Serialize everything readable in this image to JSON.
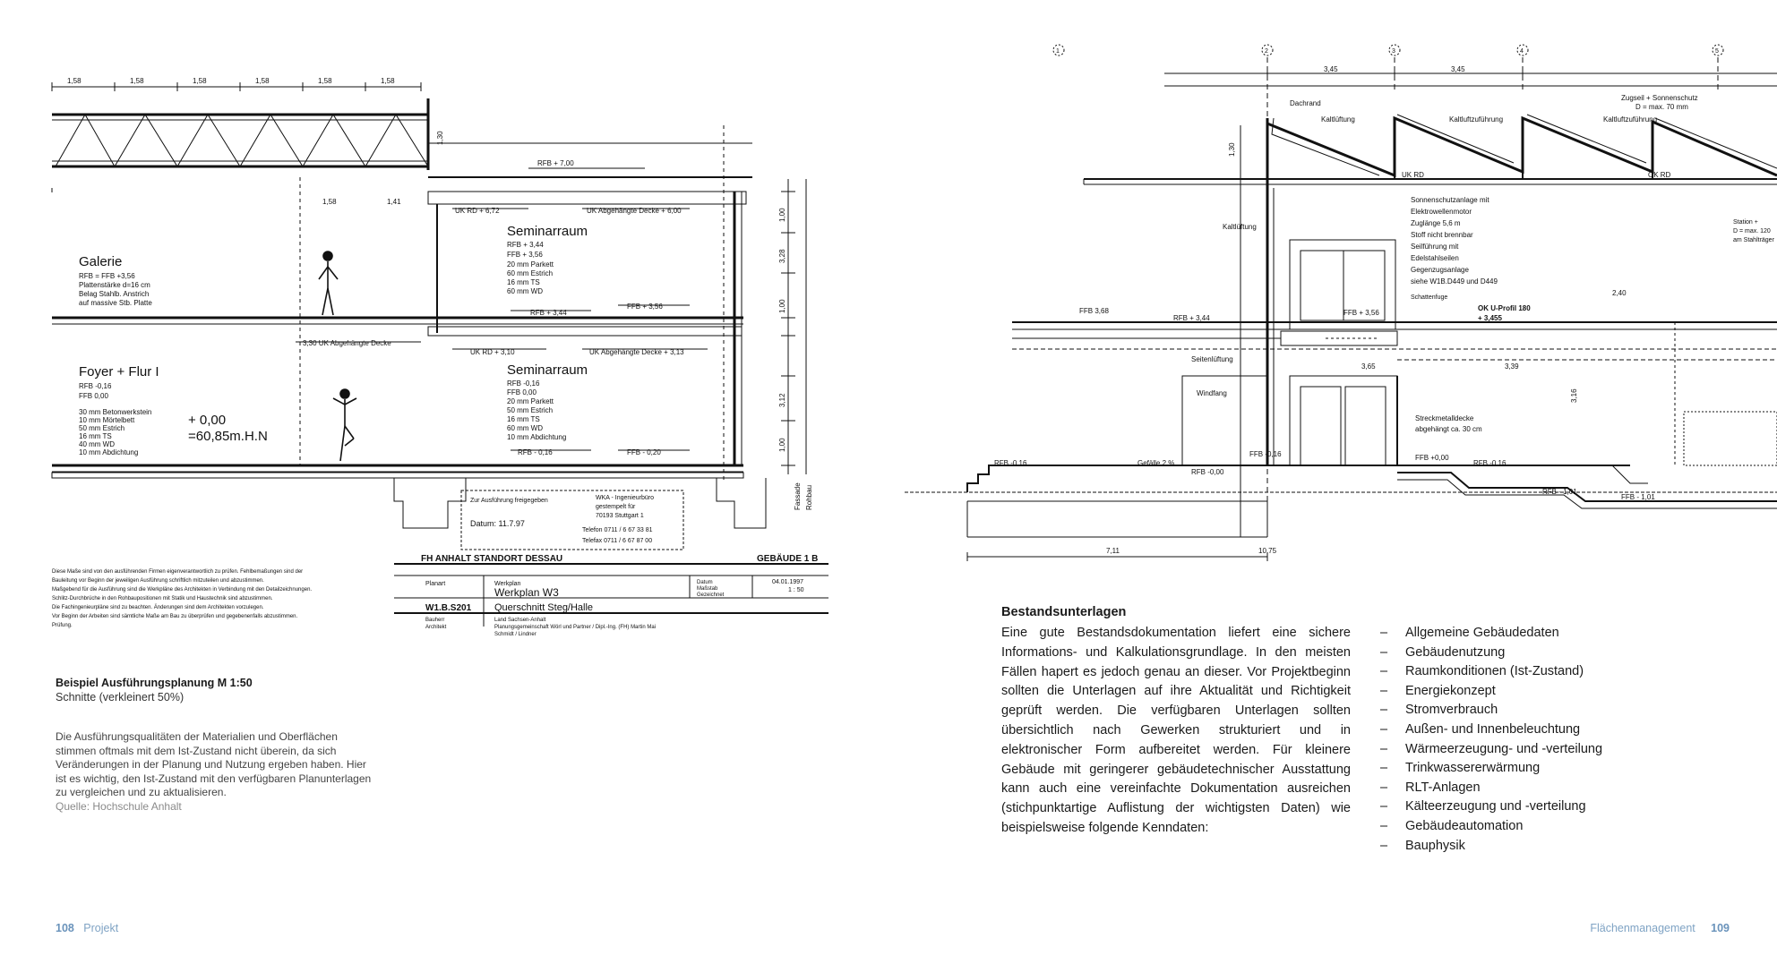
{
  "left_drawing": {
    "dims_top": [
      "1,58",
      "1,58",
      "1,58",
      "1,58",
      "1,58",
      "1,58"
    ],
    "dim_mid_left": "1,58",
    "dim_mid_right": "1,41",
    "vert_dim_1": "1,30",
    "level_rfb_top": "RFB + 7,00",
    "level_ukrd": "UK RD + 6,72",
    "level_uk_abgehaengte": "UK Abgehängte Decke + 6,00",
    "room_galerie": "Galerie",
    "galerie_lines": [
      "RFB = FFB +3,56",
      "Plattenstärke d=16 cm",
      "Belag Stahlb. Anstrich",
      "auf massive Stb. Platte"
    ],
    "room_seminar_upper": "Seminarraum",
    "seminar_upper_lines": [
      "RFB + 3,44",
      "FFB + 3,56",
      "20 mm Parkett",
      "60 mm Estrich",
      "16 mm TS",
      "60 mm WD"
    ],
    "level_rfb_344": "RFB + 3,44",
    "level_ffb_356": "FFB + 3,56",
    "level_uk_330": "3,30 UK Abgehängte Decke",
    "level_uk_313": "UK Abgehängte Decke + 3,13",
    "level_uk_rd_310": "UK RD + 3,10",
    "room_foyer": "Foyer + Flur I",
    "foyer_lines": [
      "RFB -0,16",
      "FFB   0,00"
    ],
    "foyer_layers": [
      "30 mm Betonwerkstein",
      "10 mm Mörtelbett",
      "50 mm Estrich",
      "16 mm TS",
      "40 mm WD",
      "10 mm Abdichtung"
    ],
    "elevation_1": "+ 0,00",
    "elevation_2": "=60,85m.H.N",
    "room_seminar_lower": "Seminarraum",
    "seminar_lower_lines": [
      "RFB -0,16",
      "FFB   0,00",
      "20 mm Parkett",
      "50 mm Estrich",
      "16 mm TS",
      "60 mm WD",
      "10 mm Abdichtung"
    ],
    "level_rfb_016": "RFB - 0,16",
    "level_ffb_020": "FFB - 0,20",
    "vert_dims": [
      "1,00",
      "3,28",
      "1,00",
      "3,12",
      "1,00"
    ],
    "vert_labels": [
      "Fassade",
      "Rohbau"
    ],
    "stamp_lines": [
      "Zur Ausführung freigegeben",
      "Datum: 11.7.97",
      "WKA - Ingenieurbüro",
      "gestempelt für",
      "70193 Stuttgart 1",
      "Telefon 0711 / 6 67 33 81",
      "Telefax 0711 / 6 67 87 00"
    ],
    "title_block_head": "FH ANHALT STANDORT DESSAU",
    "title_block_building": "GEBÄUDE 1 B",
    "title_block_plan_label": "Planart",
    "title_block_plan_value": "Werkplan",
    "title_block_plan_name": "Werkplan W3",
    "title_block_date_labels": [
      "Datum",
      "Maßstab",
      "Gezeichnet"
    ],
    "title_block_date_value": "04.01.1997",
    "title_block_scale": "1 : 50",
    "title_block_number": "W1.B.S201",
    "title_block_section": "Querschnitt Steg/Halle",
    "title_block_owner_label": "Bauherr",
    "title_block_owner_value": "Land Sachsen-Anhalt",
    "title_block_arch_label": "Architekt",
    "title_block_arch_value": "Planungsgemeinschaft   Wörl und Partner / Dipl.-Ing. (FH) Martin Mai",
    "title_block_arch_value_2": "Schmidt / Lindner",
    "notes": [
      "Diese Maße sind von den ausführenden Firmen eigenverantwortlich zu prüfen. Fehlbemaßungen sind der",
      "Bauleitung vor Beginn der jeweiligen Ausführung schriftlich mitzuteilen und abzustimmen.",
      "Maßgebend für die Ausführung sind die Werkpläne des Architekten in Verbindung mit den Detailzeichnungen.",
      "Schlitz-Durchbrüche in den Rohbaupositionen mit Statik und Haustechnik sind abzustimmen.",
      "Die Fachingenieurpläne sind zu beachten. Änderungen sind dem Architekten vorzulegen.",
      "Vor Beginn der Arbeiten sind sämtliche Maße am Bau zu überprüfen und gegebenenfalls abzustimmen.",
      "Prüfung."
    ]
  },
  "right_drawing": {
    "axes": [
      "2",
      "3",
      "4",
      "5"
    ],
    "axis_first": "1",
    "dims_top": [
      "3,45",
      "3,45"
    ],
    "label_dachrand": "Dachrand",
    "label_kuestenlueftung_1": "Kaltlüftung",
    "label_kuestenlueftung_2": "Kaltluftzuführung",
    "label_kuestenlueftung_3": "Kaltluftzuführung",
    "label_sonnenschutz": "Zugseil + Sonnenschutz",
    "label_sonnenschutz_2": "D = max. 70 mm",
    "label_uk_rd": "UK RD",
    "label_ok_rd": "OK RD",
    "vert_dim_1": "1,30",
    "label_kaltluft_side": "Kaltlüftung",
    "annotation_lines": [
      "Sonnenschutzanlage mit",
      "Elektrowellenmotor",
      "Zuglänge 5,6 m",
      "Stoff nicht brennbar",
      "Seilführung mit",
      "Edelstahlseilen",
      "Gegenzugsanlage",
      "siehe W1B.D449 und D449"
    ],
    "label_station": "Station +",
    "label_station_2": "D = max. 120",
    "label_station_3": "am Stahlträger",
    "label_ok_uprofil": "OK U-Profil 180",
    "label_ok_uprofil_val": "+ 3,455",
    "label_sichtfuge": "Schattenfuge",
    "label_ffb_368": "FFB   3,68",
    "label_rfb_344": "RFB + 3,44",
    "label_ffb_356": "FFB + 3,56",
    "label_seitenluftung": "Seitenlüftung",
    "label_windfang": "Windfang",
    "label_streckmetall": "Streckmetalldecke",
    "label_streckmetall_2": "abgehängt ca. 30 cm",
    "label_rfb_016_left": "RFB -0,16",
    "label_gefaelle": "Gefälle 2 %",
    "label_rfb_000": "RFB -0,00",
    "label_ffb_016": "FFB -0,16",
    "label_ffb_000": "FFB +0,00",
    "label_rfb_016_right": "RFB -0,16",
    "label_ffb_101": "FFB - 1,01",
    "label_rfb_101": "RFB - 1,01",
    "dims_bottom": [
      "7,11",
      "10,75"
    ],
    "dims_mid": [
      "2,40",
      "3,16",
      "3,39",
      "3,65"
    ]
  },
  "caption": {
    "title": "Beispiel Ausführungsplanung M 1:50",
    "subtitle": "Schnitte (verkleinert 50%)",
    "body": "Die Ausführungsqualitäten der Materialien und Oberflächen stimmen oftmals mit dem Ist-Zustand nicht überein, da sich Veränderungen in der Planung und Nutzung ergeben haben. Hier ist es wichtig, den Ist-Zustand mit den verfügbaren Planunterlagen zu vergleichen und zu aktualisieren.",
    "source": "Quelle: Hochschule Anhalt"
  },
  "section": {
    "title": "Bestandsunterlagen",
    "body": "Eine gute Bestandsdokumentation liefert eine sichere Informations- und Kalkulationsgrundlage. In den meisten Fällen hapert es jedoch genau an dieser. Vor Projektbeginn sollten die Unterlagen auf ihre Aktualität und Richtigkeit geprüft werden. Die verfügbaren Unterlagen sollten übersichtlich nach Gewerken strukturiert und in elektronischer Form aufbereitet werden. Für kleinere Gebäude mit geringerer gebäudetechnischer Ausstattung kann auch eine vereinfachte Dokumentation ausreichen (stichpunktartige Auflistung der wichtigsten Daten) wie beispielsweise folgende Kenndaten:",
    "items": [
      "Allgemeine Gebäudedaten",
      "Gebäudenutzung",
      "Raumkonditionen (Ist-Zustand)",
      "Energiekonzept",
      "Stromverbrauch",
      "Außen- und Innenbeleuchtung",
      "Wärmeerzeugung- und -verteilung",
      "Trinkwassererwärmung",
      "RLT-Anlagen",
      "Kälteerzeugung und -verteilung",
      "Gebäudeautomation",
      "Bauphysik"
    ]
  },
  "footer": {
    "left_page": "108",
    "left_label": "Projekt",
    "right_label": "Flächenmanagement",
    "right_page": "109"
  }
}
